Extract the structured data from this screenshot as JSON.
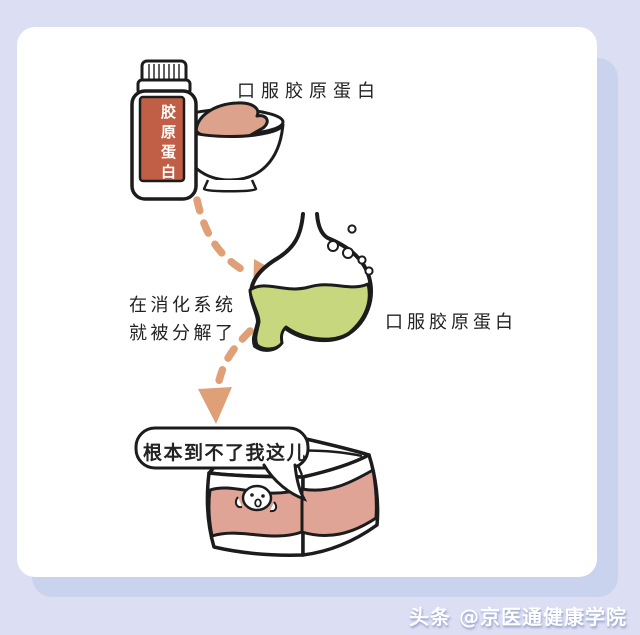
{
  "captions": {
    "bottle_label": "胶原蛋白",
    "top": "口服胶原蛋白",
    "digestion_line1": "在消化系统",
    "digestion_line2": "就被分解了",
    "stomach": "口服胶原蛋白",
    "bubble": "根本到不了我这儿"
  },
  "watermark": "头条 @京医通健康学院",
  "colors": {
    "background": "#dcdef3",
    "card_shadow": "#c9d3ee",
    "card": "#ffffff",
    "outline": "#1c1c1c",
    "bottle_label": "#c05f45",
    "trotter_pink": "#dca28b",
    "arrow_salmon": "#e0a077",
    "stomach_liquid_green": "#c6d77d",
    "dermis_pink": "#dfa496"
  },
  "icons": {
    "bottle": "collagen-drink-bottle",
    "bowl": "bowl-with-pork-trotter",
    "stomach": "stomach-with-digesting-liquid",
    "skin": "skin-cross-section-block",
    "mascot": "collagen-mascot-in-dermis",
    "arrow": "dashed-curved-arrow"
  }
}
